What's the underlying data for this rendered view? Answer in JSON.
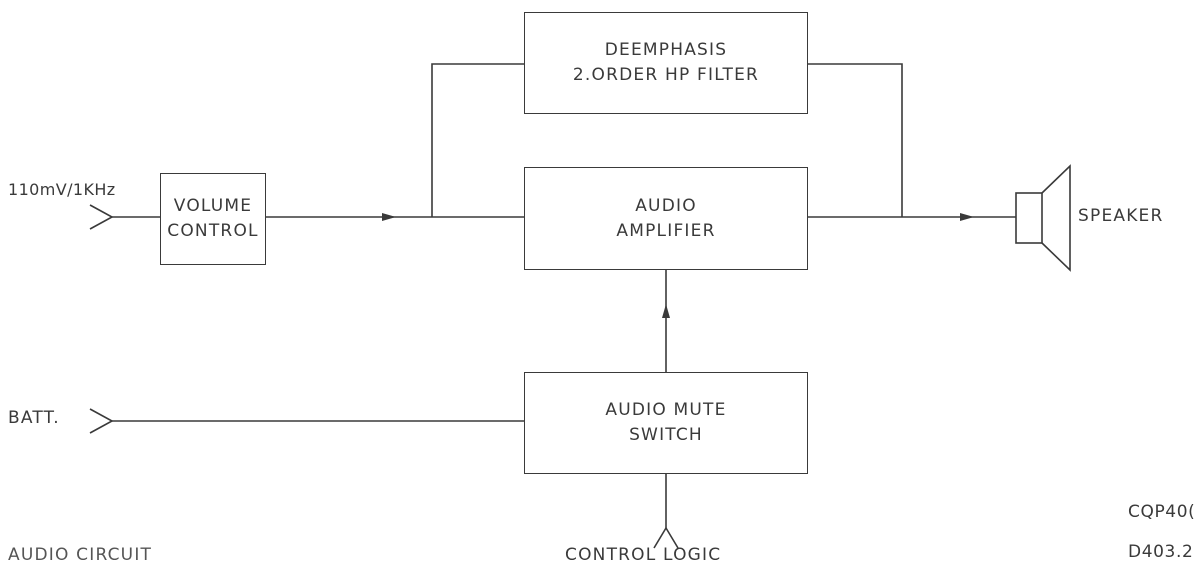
{
  "diagram": {
    "caption": "AUDIO CIRCUIT",
    "doc_codes": [
      "CQP40(",
      "D403.2"
    ],
    "inputs": {
      "signal": "110mV/1KHz",
      "battery": "BATT.",
      "control": "CONTROL LOGIC"
    },
    "output": "SPEAKER",
    "blocks": {
      "volume": {
        "line1": "VOLUME",
        "line2": "CONTROL"
      },
      "deemphasis": {
        "line1": "DEEMPHASIS",
        "line2": "2.ORDER HP FILTER"
      },
      "amplifier": {
        "line1": "AUDIO",
        "line2": "AMPLIFIER"
      },
      "mute": {
        "line1": "AUDIO MUTE",
        "line2": "SWITCH"
      }
    }
  },
  "colors": {
    "ink": "#3a3a3a",
    "paper": "#ffffff"
  }
}
